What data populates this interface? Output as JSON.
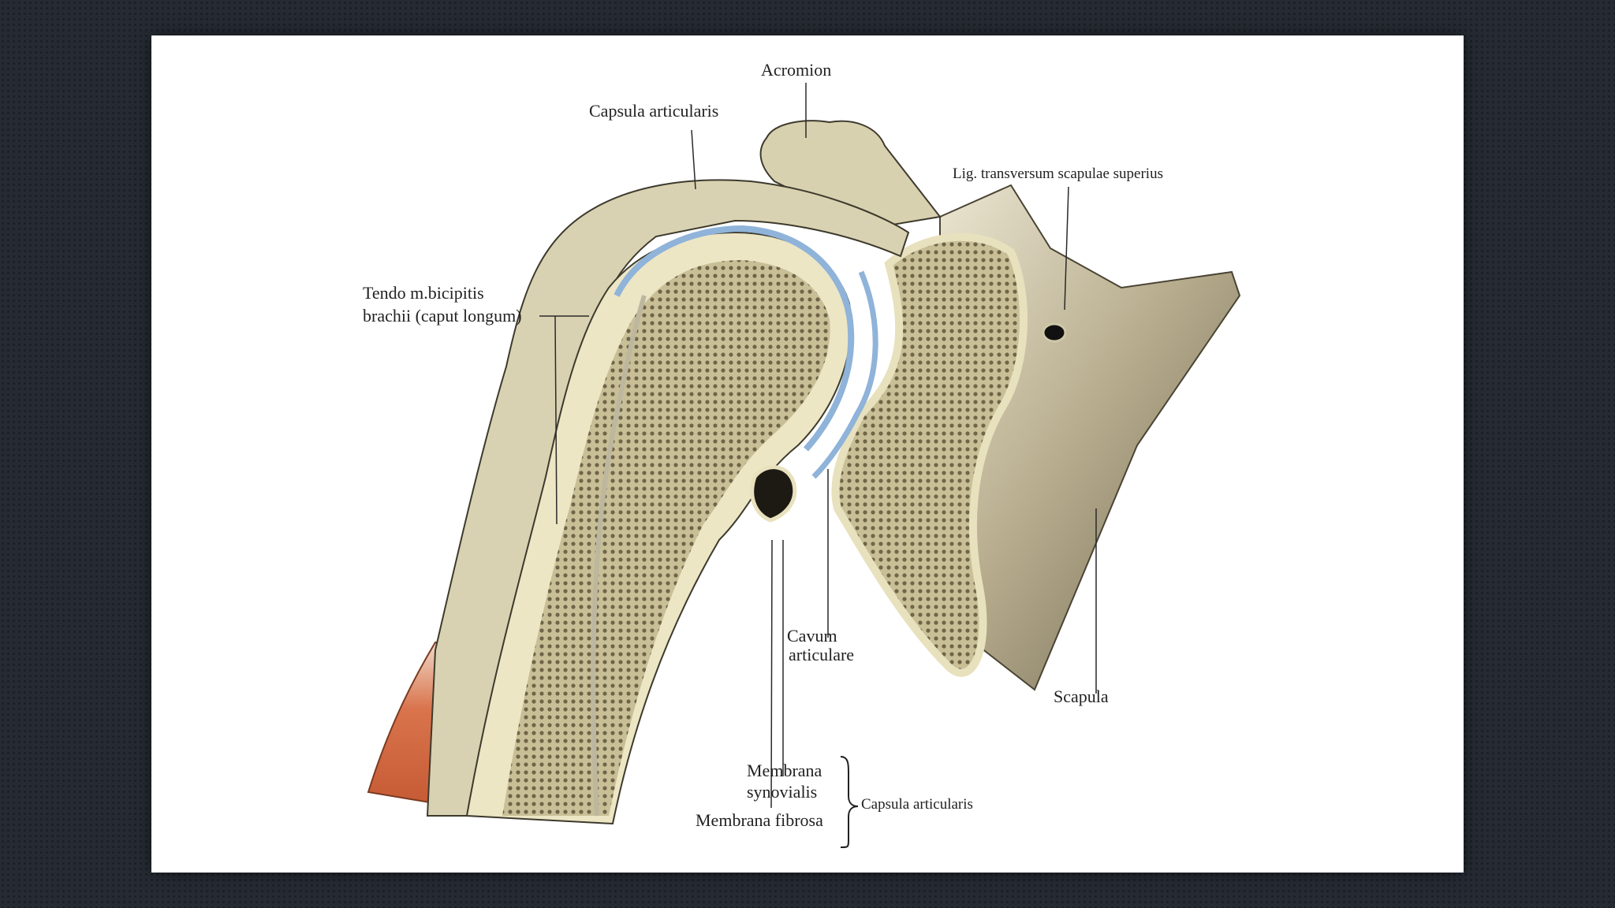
{
  "figure": {
    "labels": {
      "acromion": "Acromion",
      "capsula_top": "Capsula articularis",
      "lig_transversum": "Lig. transversum scapulae superius",
      "tendo_line1": "Tendo m.bicipitis",
      "tendo_line2": "brachii (caput longum)",
      "cavum_line1": "Cavum",
      "cavum_line2": "articulare",
      "scapula": "Scapula",
      "membrana_syn_line1": "Membrana",
      "membrana_syn_line2": "synovialis",
      "membrana_fibrosa": "Membrana fibrosa",
      "capsula_bottom": "Capsula articularis"
    }
  },
  "colors": {
    "background": "#262b33",
    "slide": "#ffffff",
    "bone": "#e6dfb6",
    "spongy_bone": "#b9ad86",
    "cartilage": "#8fb3d9",
    "scapula_shade": "#8a8066",
    "muscle": "#d2683f"
  }
}
